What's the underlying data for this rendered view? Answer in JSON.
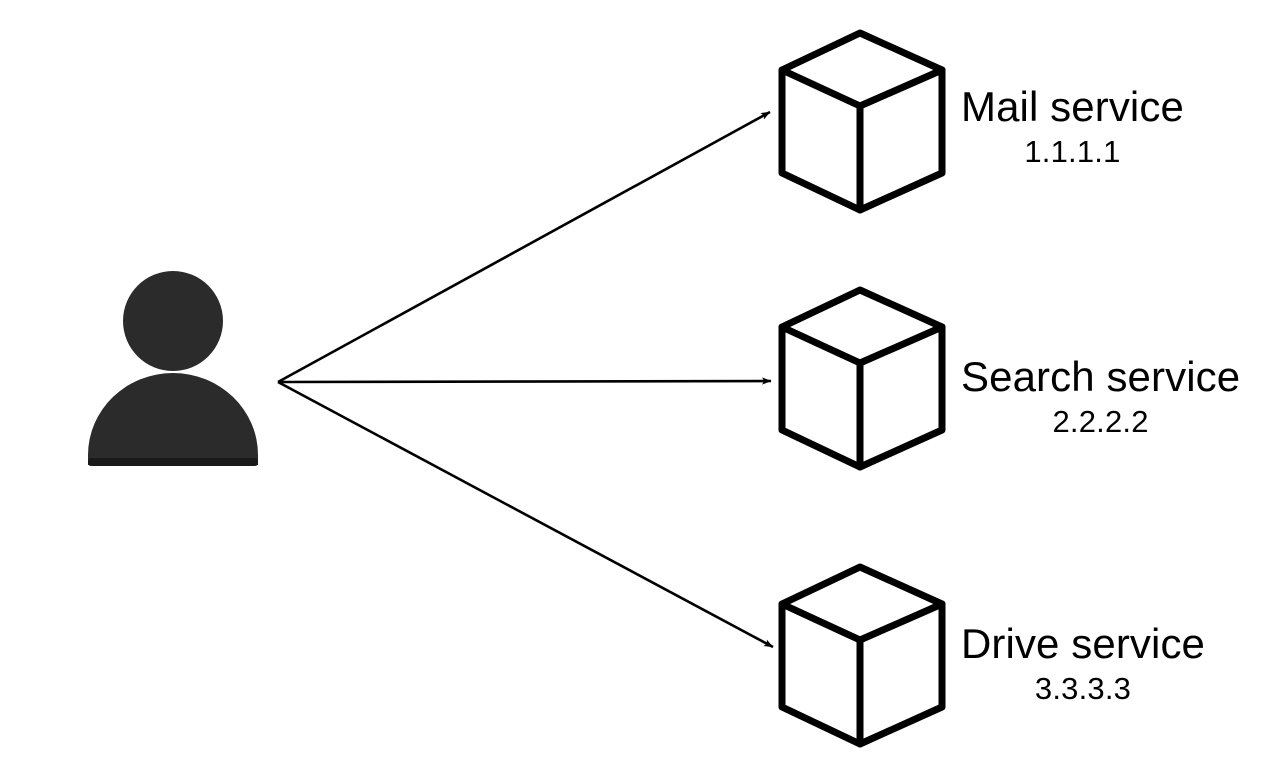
{
  "diagram": {
    "type": "network-service-diagram",
    "background_color": "#ffffff",
    "stroke_color": "#000000",
    "actor": {
      "icon": "person-icon",
      "fill_color": "#2b2b2b",
      "label": ""
    },
    "nodes": [
      {
        "id": "mail",
        "icon": "cube-icon",
        "title": "Mail service",
        "ip": "1.1.1.1"
      },
      {
        "id": "search",
        "icon": "cube-icon",
        "title": "Search service",
        "ip": "2.2.2.2"
      },
      {
        "id": "drive",
        "icon": "cube-icon",
        "title": "Drive service",
        "ip": "3.3.3.3"
      }
    ],
    "edges": [
      {
        "from": "actor",
        "to": "mail",
        "style": "solid",
        "arrowhead": "filled-triangle"
      },
      {
        "from": "actor",
        "to": "search",
        "style": "solid",
        "arrowhead": "filled-triangle"
      },
      {
        "from": "actor",
        "to": "drive",
        "style": "solid",
        "arrowhead": "filled-triangle"
      }
    ]
  }
}
